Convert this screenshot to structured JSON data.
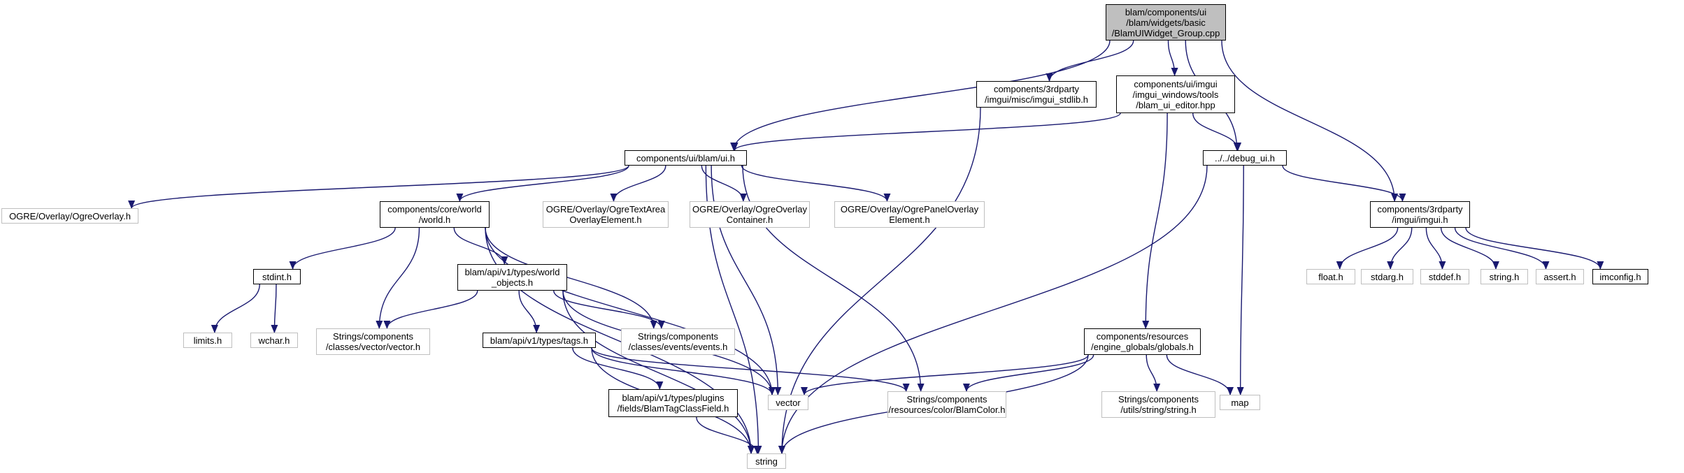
{
  "nodes": [
    {
      "id": "root",
      "lines": [
        "blam/components/ui",
        "/blam/widgets/basic",
        "/BlamUIWidget_Group.cpp"
      ],
      "kind": "root"
    },
    {
      "id": "imgui_stdlib",
      "lines": [
        "components/3rdparty",
        "/imgui/misc/imgui_stdlib.h"
      ],
      "kind": "doc"
    },
    {
      "id": "blam_ui_editor",
      "lines": [
        "components/ui/imgui",
        "/imgui_windows/tools",
        "/blam_ui_editor.hpp"
      ],
      "kind": "doc"
    },
    {
      "id": "ui_h",
      "lines": [
        "components/ui/blam/ui.h"
      ],
      "kind": "doc"
    },
    {
      "id": "debug_ui",
      "lines": [
        "../../debug_ui.h"
      ],
      "kind": "doc"
    },
    {
      "id": "imgui_h",
      "lines": [
        "components/3rdparty",
        "/imgui/imgui.h"
      ],
      "kind": "doc"
    },
    {
      "id": "ogre_overlay",
      "lines": [
        "OGRE/Overlay/OgreOverlay.h"
      ],
      "kind": "ext"
    },
    {
      "id": "world_h",
      "lines": [
        "components/core/world",
        "/world.h"
      ],
      "kind": "doc"
    },
    {
      "id": "ogre_textarea",
      "lines": [
        "OGRE/Overlay/OgreTextArea",
        "OverlayElement.h"
      ],
      "kind": "ext"
    },
    {
      "id": "ogre_container",
      "lines": [
        "OGRE/Overlay/OgreOverlay",
        "Container.h"
      ],
      "kind": "ext"
    },
    {
      "id": "ogre_panel",
      "lines": [
        "OGRE/Overlay/OgrePanelOverlay",
        "Element.h"
      ],
      "kind": "ext"
    },
    {
      "id": "float_h",
      "lines": [
        "float.h"
      ],
      "kind": "ext"
    },
    {
      "id": "stdarg_h",
      "lines": [
        "stdarg.h"
      ],
      "kind": "ext"
    },
    {
      "id": "stddef_h",
      "lines": [
        "stddef.h"
      ],
      "kind": "ext"
    },
    {
      "id": "string_h",
      "lines": [
        "string.h"
      ],
      "kind": "ext"
    },
    {
      "id": "assert_h",
      "lines": [
        "assert.h"
      ],
      "kind": "ext"
    },
    {
      "id": "imconfig_h",
      "lines": [
        "imconfig.h"
      ],
      "kind": "doc"
    },
    {
      "id": "stdint_h",
      "lines": [
        "stdint.h"
      ],
      "kind": "doc"
    },
    {
      "id": "world_objects",
      "lines": [
        "blam/api/v1/types/world",
        "_objects.h"
      ],
      "kind": "doc"
    },
    {
      "id": "globals_h",
      "lines": [
        "components/resources",
        "/engine_globals/globals.h"
      ],
      "kind": "doc"
    },
    {
      "id": "limits_h",
      "lines": [
        "limits.h"
      ],
      "kind": "ext"
    },
    {
      "id": "wchar_h",
      "lines": [
        "wchar.h"
      ],
      "kind": "ext"
    },
    {
      "id": "vector_h",
      "lines": [
        "Strings/components",
        "/classes/vector/vector.h"
      ],
      "kind": "ext"
    },
    {
      "id": "tags_h",
      "lines": [
        "blam/api/v1/types/tags.h"
      ],
      "kind": "doc"
    },
    {
      "id": "events_h",
      "lines": [
        "Strings/components",
        "/classes/events/events.h"
      ],
      "kind": "ext"
    },
    {
      "id": "strutil_h",
      "lines": [
        "Strings/components",
        "/utils/string/string.h"
      ],
      "kind": "ext"
    },
    {
      "id": "map",
      "lines": [
        "map"
      ],
      "kind": "ext"
    },
    {
      "id": "blamtagfield",
      "lines": [
        "blam/api/v1/types/plugins",
        "/fields/BlamTagClassField.h"
      ],
      "kind": "doc"
    },
    {
      "id": "vector",
      "lines": [
        "vector"
      ],
      "kind": "ext"
    },
    {
      "id": "blamcolor",
      "lines": [
        "Strings/components",
        "/resources/color/BlamColor.h"
      ],
      "kind": "ext"
    },
    {
      "id": "string",
      "lines": [
        "string"
      ],
      "kind": "ext"
    }
  ],
  "edges": [
    [
      "root",
      "imgui_stdlib"
    ],
    [
      "root",
      "blam_ui_editor"
    ],
    [
      "root",
      "ui_h"
    ],
    [
      "root",
      "debug_ui"
    ],
    [
      "root",
      "imgui_h"
    ],
    [
      "imgui_stdlib",
      "string"
    ],
    [
      "blam_ui_editor",
      "ui_h"
    ],
    [
      "blam_ui_editor",
      "debug_ui"
    ],
    [
      "blam_ui_editor",
      "globals_h"
    ],
    [
      "debug_ui",
      "imgui_h"
    ],
    [
      "debug_ui",
      "map"
    ],
    [
      "debug_ui",
      "string"
    ],
    [
      "imgui_h",
      "float_h"
    ],
    [
      "imgui_h",
      "stdarg_h"
    ],
    [
      "imgui_h",
      "stddef_h"
    ],
    [
      "imgui_h",
      "string_h"
    ],
    [
      "imgui_h",
      "assert_h"
    ],
    [
      "imgui_h",
      "imconfig_h"
    ],
    [
      "ui_h",
      "ogre_overlay"
    ],
    [
      "ui_h",
      "world_h"
    ],
    [
      "ui_h",
      "ogre_textarea"
    ],
    [
      "ui_h",
      "ogre_container"
    ],
    [
      "ui_h",
      "ogre_panel"
    ],
    [
      "ui_h",
      "string"
    ],
    [
      "ui_h",
      "vector"
    ],
    [
      "ui_h",
      "blamcolor"
    ],
    [
      "world_h",
      "stdint_h"
    ],
    [
      "world_h",
      "world_objects"
    ],
    [
      "world_h",
      "vector_h"
    ],
    [
      "world_h",
      "events_h"
    ],
    [
      "world_h",
      "vector"
    ],
    [
      "world_h",
      "string"
    ],
    [
      "stdint_h",
      "limits_h"
    ],
    [
      "stdint_h",
      "wchar_h"
    ],
    [
      "world_objects",
      "vector_h"
    ],
    [
      "world_objects",
      "tags_h"
    ],
    [
      "world_objects",
      "events_h"
    ],
    [
      "world_objects",
      "vector"
    ],
    [
      "world_objects",
      "string"
    ],
    [
      "tags_h",
      "blamtagfield"
    ],
    [
      "tags_h",
      "vector"
    ],
    [
      "tags_h",
      "blamcolor"
    ],
    [
      "tags_h",
      "string"
    ],
    [
      "blamtagfield",
      "string"
    ],
    [
      "globals_h",
      "vector"
    ],
    [
      "globals_h",
      "blamcolor"
    ],
    [
      "globals_h",
      "strutil_h"
    ],
    [
      "globals_h",
      "map"
    ],
    [
      "globals_h",
      "string"
    ]
  ],
  "colors": {
    "edge": "#191970",
    "ext_border": "#bfbfbf",
    "root_fill": "#bfbfbf"
  }
}
